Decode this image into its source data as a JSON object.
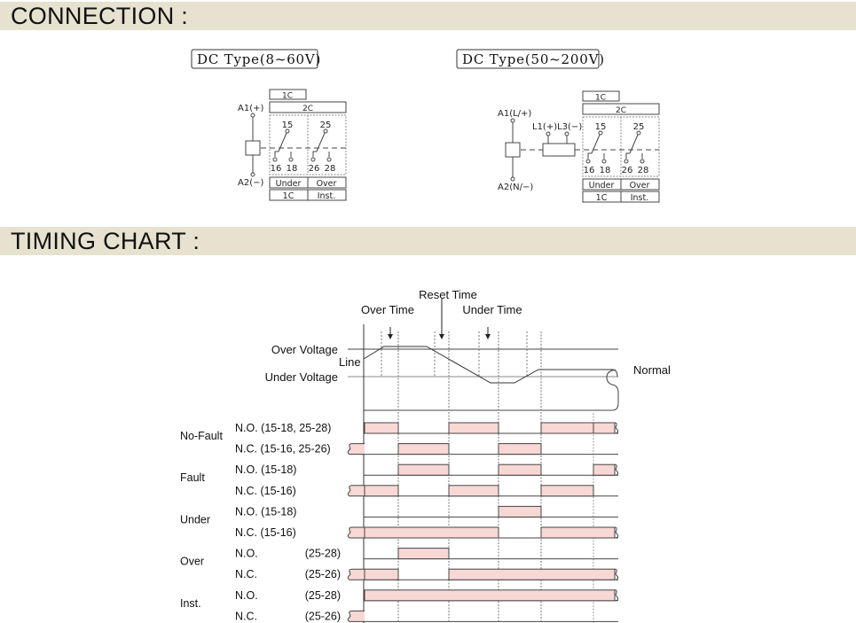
{
  "sections": {
    "connection_title": "CONNECTION :",
    "timing_title": "TIMING CHART :"
  },
  "connection": [
    {
      "type_label": "DC Type(8~60V)",
      "a1": "A1(+)",
      "a2": "A2(−)",
      "l_terms": null,
      "box_1c": "1C",
      "box_2c": "2C",
      "common": [
        "15",
        "25"
      ],
      "contacts": [
        "16",
        "18",
        "26",
        "28"
      ],
      "row_a": [
        "Under",
        "Over"
      ],
      "row_b": [
        "1C",
        "Inst."
      ]
    },
    {
      "type_label": "DC Type(50~200V)",
      "a1": "A1(L/+)",
      "a2": "A2(N/−)",
      "l_terms": "L1(+)L3(−)",
      "box_1c": "1C",
      "box_2c": "2C",
      "common": [
        "15",
        "25"
      ],
      "contacts": [
        "16",
        "18",
        "26",
        "28"
      ],
      "row_a": [
        "Under",
        "Over"
      ],
      "row_b": [
        "1C",
        "Inst."
      ]
    }
  ],
  "timing": {
    "annotations": {
      "over_time": "Over Time",
      "reset_time": "Reset Time",
      "under_time": "Under Time",
      "over_voltage": "Over Voltage",
      "line": "Line",
      "under_voltage": "Under Voltage",
      "normal": "Normal"
    },
    "colors": {
      "on_fill": "#f8d8d4",
      "line": "#333333"
    },
    "groups": [
      {
        "label": "No-Fault",
        "rows": [
          0,
          1
        ]
      },
      {
        "label": "Fault",
        "rows": [
          2,
          3
        ]
      },
      {
        "label": "Under",
        "rows": [
          4,
          5
        ]
      },
      {
        "label": "Over",
        "rows": [
          6,
          7
        ]
      },
      {
        "label": "Inst.",
        "rows": [
          8,
          9
        ]
      }
    ],
    "rows": [
      {
        "contact": "N.O. (15-18, 25-28)",
        "terminals": "",
        "on": [
          [
            1,
            2
          ],
          [
            3,
            4
          ],
          [
            5,
            6
          ],
          [
            6,
            7
          ]
        ],
        "pre": false
      },
      {
        "contact": "N.C. (15-16, 25-26)",
        "terminals": "",
        "on": [
          [
            2,
            3
          ],
          [
            4,
            5
          ]
        ],
        "pre": true
      },
      {
        "contact": "N.O. (15-18)",
        "terminals": "",
        "on": [
          [
            2,
            3
          ],
          [
            4,
            5
          ],
          [
            6,
            7
          ]
        ],
        "pre": false
      },
      {
        "contact": "N.C. (15-16)",
        "terminals": "",
        "on": [
          [
            1,
            2
          ],
          [
            3,
            4
          ],
          [
            5,
            6
          ]
        ],
        "pre": true
      },
      {
        "contact": "N.O. (15-18)",
        "terminals": "",
        "on": [
          [
            4,
            5
          ]
        ],
        "pre": false
      },
      {
        "contact": "N.C. (15-16)",
        "terminals": "",
        "on": [
          [
            1,
            4
          ],
          [
            5,
            7
          ]
        ],
        "pre": true
      },
      {
        "contact": "N.O.",
        "terminals": "(25-28)",
        "on": [
          [
            2,
            3
          ]
        ],
        "pre": false
      },
      {
        "contact": "N.C.",
        "terminals": "(25-26)",
        "on": [
          [
            1,
            2
          ],
          [
            3,
            7
          ]
        ],
        "pre": true
      },
      {
        "contact": "N.O.",
        "terminals": "(25-28)",
        "on": [
          [
            1,
            7
          ]
        ],
        "pre": false
      },
      {
        "contact": "N.C.",
        "terminals": "(25-26)",
        "on": [],
        "pre": true
      }
    ]
  }
}
